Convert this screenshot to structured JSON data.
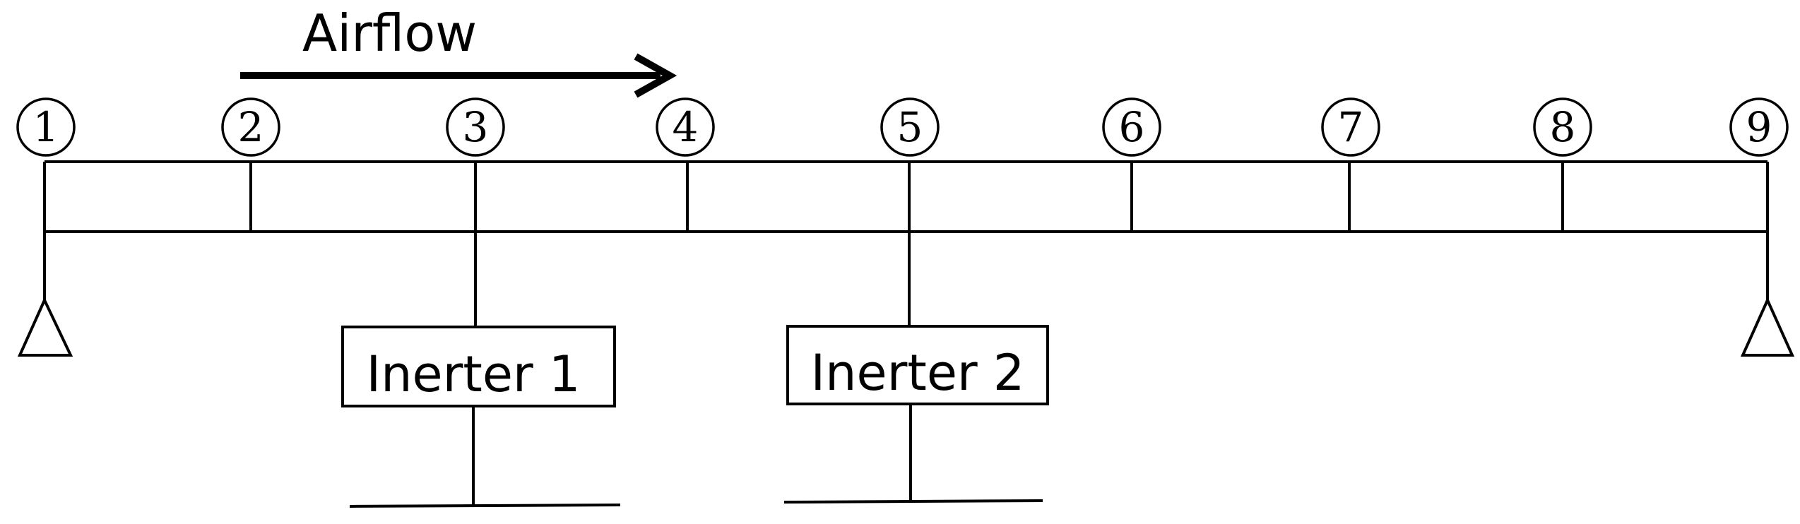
{
  "airflow": {
    "label": "Airflow"
  },
  "nodes": [
    {
      "label": "1"
    },
    {
      "label": "2"
    },
    {
      "label": "3"
    },
    {
      "label": "4"
    },
    {
      "label": "5"
    },
    {
      "label": "6"
    },
    {
      "label": "7"
    },
    {
      "label": "8"
    },
    {
      "label": "9"
    }
  ],
  "inerters": [
    {
      "label": "Inerter 1",
      "attached_node": "3"
    },
    {
      "label": "Inerter 2",
      "attached_node": "5"
    }
  ],
  "supports": [
    {
      "node": "1",
      "type": "pin-triangle"
    },
    {
      "node": "9",
      "type": "pin-triangle"
    }
  ]
}
